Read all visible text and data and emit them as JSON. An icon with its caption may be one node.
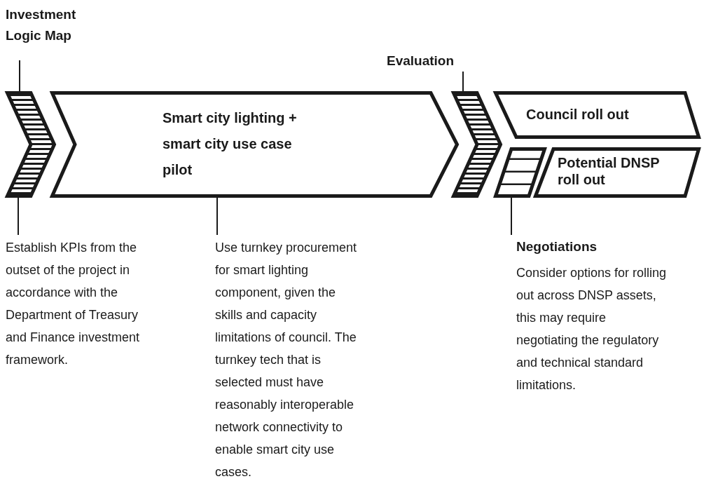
{
  "diagram": {
    "nodes": [
      {
        "text": [
          "Investment Logic Map"
        ]
      },
      {
        "text": [],
        "shape": "chevron"
      },
      {
        "text": [
          "Establish KPIs from the outset of the project in accordance with the Department of Treasury and Finance investment framework."
        ]
      },
      {
        "text": [
          "Smart city lighting + smart city use case pilot"
        ]
      },
      {
        "text": [
          "Use turnkey procurement for smart lighting component, given the skills and capacity limitations of council. The turnkey tech that is selected must have reasonably interoperable network connectivity to enable smart city use cases."
        ]
      },
      {
        "text": [
          "Evaluation"
        ]
      },
      {
        "text": [],
        "shape": "chevron"
      },
      {
        "text": [
          "Council roll out"
        ]
      },
      {
        "text": [],
        "shape": "parallelogram"
      },
      {
        "text": [
          "Potential DNSP roll out"
        ]
      },
      {
        "text": [
          "Negotiations",
          "Consider options for rolling out across DNSP assets, this may require negotiating the regulatory and technical standard limitations."
        ]
      }
    ],
    "edges": [
      {
        "from": 0,
        "to": 1,
        "arrow": "none"
      },
      {
        "from": 2,
        "to": 1,
        "arrow": "none"
      },
      {
        "from": 4,
        "to": 3,
        "arrow": "none"
      },
      {
        "from": 5,
        "to": 6,
        "arrow": "none"
      },
      {
        "from": 10,
        "to": 8,
        "arrow": "none"
      }
    ]
  }
}
